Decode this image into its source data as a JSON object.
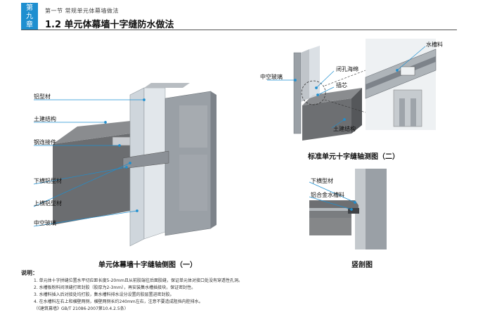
{
  "header": {
    "chapter_tab": [
      "第",
      "九",
      "章"
    ],
    "section_sub": "第一节  常规单元体幕墙做法",
    "section_title": "1.2  单元体幕墙十字缝防水做法"
  },
  "figure1": {
    "labels": [
      "铝型材",
      "土建结构",
      "钢连接件",
      "下横铝型材",
      "上横铝型材",
      "中空玻璃"
    ],
    "caption": "单元体幕墙十字缝轴侧图（一）"
  },
  "figure2": {
    "labels": [
      "水槽料",
      "中空玻璃",
      "闭孔海绵",
      "插芯",
      "土建结构"
    ],
    "caption": "标准单元十字缝轴测图（二）"
  },
  "figure3": {
    "labels": [
      "下横型材",
      "铝合金水槽料"
    ],
    "caption": "竖剖图"
  },
  "notes": {
    "title": "说明：",
    "items": [
      "1. 单元体十字拼缝位置水平切应距长度5-20mm且从前胶端往后面胶缝，保证单元体对接口处没有穿透性孔洞。",
      "2. 水槽板粉料间须缝打密封胶（胶厚为2-3mm），再安装集水槽插接块，保证密封性。",
      "3. 水槽料插入后对接处均打胶，集水槽料排水设分设置的胶层置进密封胶。",
      "4. 在水槽料左右上和横壁两侧，横壁两侧长约240mm左右，注意不要造成阻挡内腔排水。",
      "（《建筑幕墙》GB/T 21086-2007第10.4.2.5条）"
    ]
  }
}
